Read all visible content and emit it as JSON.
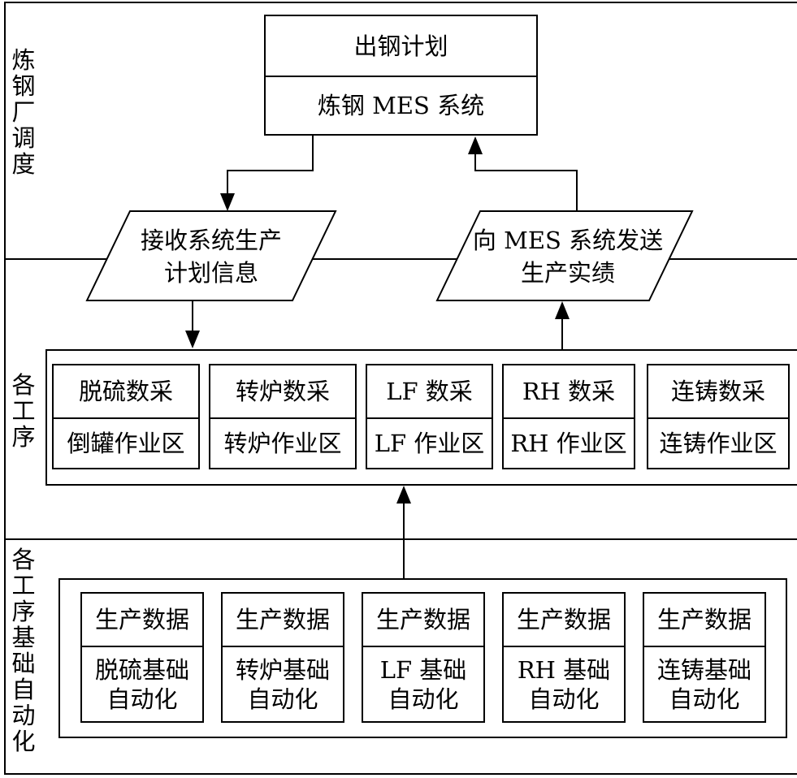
{
  "lanes": [
    {
      "label": [
        "炼",
        "钢",
        "厂",
        "调",
        "度"
      ]
    },
    {
      "label": [
        "各",
        "工",
        "序"
      ]
    },
    {
      "label": [
        "各",
        "工",
        "序",
        "基",
        "础",
        "自",
        "动",
        "化"
      ]
    }
  ],
  "top_box": {
    "top": "出钢计划",
    "bottom": "炼钢 MES 系统"
  },
  "receive": {
    "line1": "接收系统生产",
    "line2": "计划信息"
  },
  "send": {
    "line1": "向 MES 系统发送",
    "line2": "生产实绩"
  },
  "process_units": [
    {
      "top": "脱硫数采",
      "bottom": "倒罐作业区"
    },
    {
      "top": "转炉数采",
      "bottom": "转炉作业区"
    },
    {
      "top": "LF 数采",
      "bottom": "LF 作业区"
    },
    {
      "top": "RH 数采",
      "bottom": "RH 作业区"
    },
    {
      "top": "连铸数采",
      "bottom": "连铸作业区"
    }
  ],
  "automation_units": [
    {
      "top": "生产数据",
      "line1": "脱硫基础",
      "line2": "自动化"
    },
    {
      "top": "生产数据",
      "line1": "转炉基础",
      "line2": "自动化"
    },
    {
      "top": "生产数据",
      "line1": "LF 基础",
      "line2": "自动化"
    },
    {
      "top": "生产数据",
      "line1": "RH 基础",
      "line2": "自动化"
    },
    {
      "top": "生产数据",
      "line1": "连铸基础",
      "line2": "自动化"
    }
  ]
}
